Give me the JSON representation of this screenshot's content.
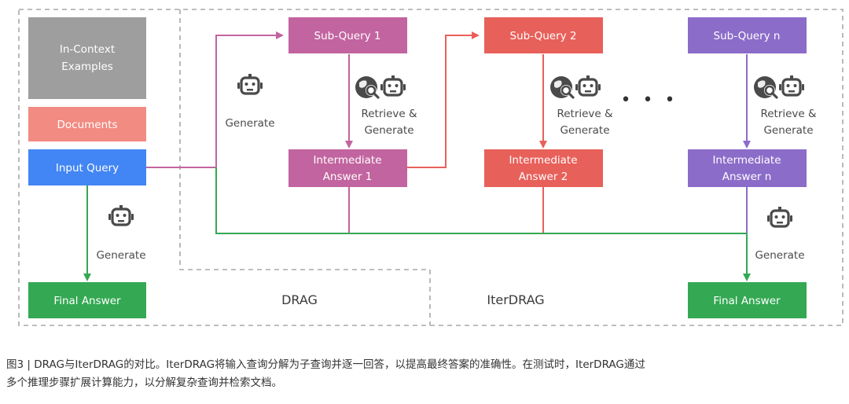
{
  "left_panel": {
    "in_context_line1": "In-Context",
    "in_context_line2": "Examples",
    "documents": "Documents",
    "input_query": "Input Query",
    "generate": "Generate",
    "final_answer": "Final Answer"
  },
  "regions": {
    "drag": "DRAG",
    "iterdrag": "IterDRAG"
  },
  "drag_generate": "Generate",
  "steps": [
    {
      "sub_query": "Sub-Query 1",
      "retrieve_line1": "Retrieve &",
      "retrieve_line2": "Generate",
      "answer_line1": "Intermediate",
      "answer_line2": "Answer 1"
    },
    {
      "sub_query": "Sub-Query 2",
      "retrieve_line1": "Retrieve &",
      "retrieve_line2": "Generate",
      "answer_line1": "Intermediate",
      "answer_line2": "Answer 2"
    },
    {
      "sub_query": "Sub-Query n",
      "retrieve_line1": "Retrieve &",
      "retrieve_line2": "Generate",
      "answer_line1": "Intermediate",
      "answer_line2": "Answer n"
    }
  ],
  "ellipsis": "• • •",
  "iter_generate": "Generate",
  "iter_final_answer": "Final Answer",
  "colors": {
    "gray": "#9e9e9e",
    "documents": "#f28b82",
    "blue": "#4285f4",
    "green": "#34a853",
    "pink": "#c2649f",
    "red": "#e8605a",
    "purple": "#8c6cc9",
    "icon": "#4a4a4a",
    "dash": "#a8a8a8"
  },
  "caption": {
    "line1": "图3 | DRAG与IterDRAG的对比。IterDRAG将输入查询分解为子查询并逐一回答，以提高最终答案的准确性。在测试时，IterDRAG通过",
    "line2": "多个推理步骤扩展计算能力，以分解复杂查询并检索文档。"
  }
}
